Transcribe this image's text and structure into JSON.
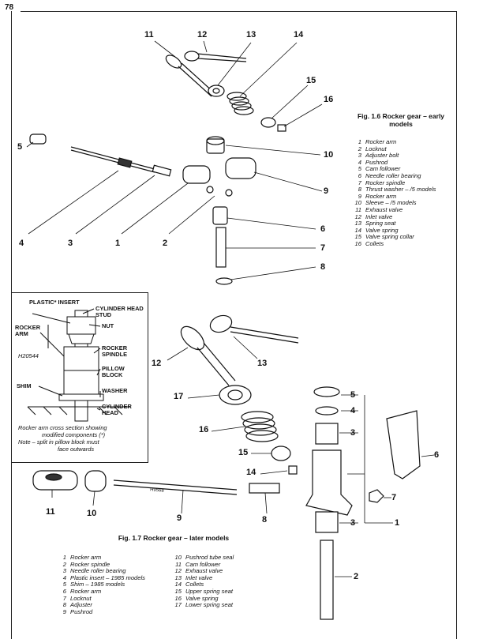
{
  "page_number": "78",
  "fig16": {
    "title_line1": "Fig. 1.6 Rocker gear – early",
    "title_line2": "models",
    "legend": [
      {
        "num": "1",
        "text": "Rocker arm"
      },
      {
        "num": "2",
        "text": "Locknut"
      },
      {
        "num": "3",
        "text": "Adjuster bolt"
      },
      {
        "num": "4",
        "text": "Pushrod"
      },
      {
        "num": "5",
        "text": "Cam follower"
      },
      {
        "num": "6",
        "text": "Needle roller bearing"
      },
      {
        "num": "7",
        "text": "Rocker spindle"
      },
      {
        "num": "8",
        "text": "Thrust washer – /5 models"
      },
      {
        "num": "9",
        "text": "Rocker arm"
      },
      {
        "num": "10",
        "text": "Sleeve – /5 models"
      },
      {
        "num": "11",
        "text": "Exhaust valve"
      },
      {
        "num": "12",
        "text": "Inlet valve"
      },
      {
        "num": "13",
        "text": "Spring seat"
      },
      {
        "num": "14",
        "text": "Valve spring"
      },
      {
        "num": "15",
        "text": "Valve spring collar"
      },
      {
        "num": "16",
        "text": "Collets"
      }
    ],
    "callouts": [
      "11",
      "12",
      "13",
      "14",
      "15",
      "16",
      "5",
      "10",
      "9",
      "4",
      "3",
      "1",
      "2",
      "6",
      "7",
      "8"
    ]
  },
  "inset": {
    "labels": {
      "plastic_insert": "PLASTIC* INSERT",
      "cylinder_head_stud": "CYLINDER HEAD STUD",
      "rocker_arm": "ROCKER ARM",
      "nut": "NUT",
      "rocker_spindle": "ROCKER SPINDLE",
      "pillow_block": "PILLOW BLOCK",
      "shim": "SHIM",
      "washer": "WASHER",
      "cylinder_head": "CYLINDER HEAD",
      "handwritten": "H20544"
    },
    "caption_line1": "Rocker arm cross section showing",
    "caption_line2": "modified components (*)",
    "note_line1": "Note – split in pillow block must",
    "note_line2": "face outwards"
  },
  "fig17": {
    "title": "Fig. 1.7 Rocker gear – later models",
    "pushrod_stamp": "H9568",
    "callouts": [
      "12",
      "13",
      "17",
      "16",
      "15",
      "14",
      "11",
      "10",
      "9",
      "8",
      "5",
      "4",
      "3",
      "6",
      "7",
      "3",
      "1",
      "2"
    ],
    "legend_left": [
      {
        "num": "1",
        "text": "Rocker arm"
      },
      {
        "num": "2",
        "text": "Rocker spindle"
      },
      {
        "num": "3",
        "text": "Needle roller bearing"
      },
      {
        "num": "4",
        "text": "Plastic insert – 1985 models"
      },
      {
        "num": "5",
        "text": "Shim – 1985 models"
      },
      {
        "num": "6",
        "text": "Rocker arm"
      },
      {
        "num": "7",
        "text": "Locknut"
      },
      {
        "num": "8",
        "text": "Adjuster"
      },
      {
        "num": "9",
        "text": "Pushrod"
      }
    ],
    "legend_right": [
      {
        "num": "10",
        "text": "Pushrod tube seal"
      },
      {
        "num": "11",
        "text": "Cam follower"
      },
      {
        "num": "12",
        "text": "Exhaust valve"
      },
      {
        "num": "13",
        "text": "Inlet valve"
      },
      {
        "num": "14",
        "text": "Collets"
      },
      {
        "num": "15",
        "text": "Upper spring seat"
      },
      {
        "num": "16",
        "text": "Valve spring"
      },
      {
        "num": "17",
        "text": "Lower spring seat"
      }
    ]
  }
}
